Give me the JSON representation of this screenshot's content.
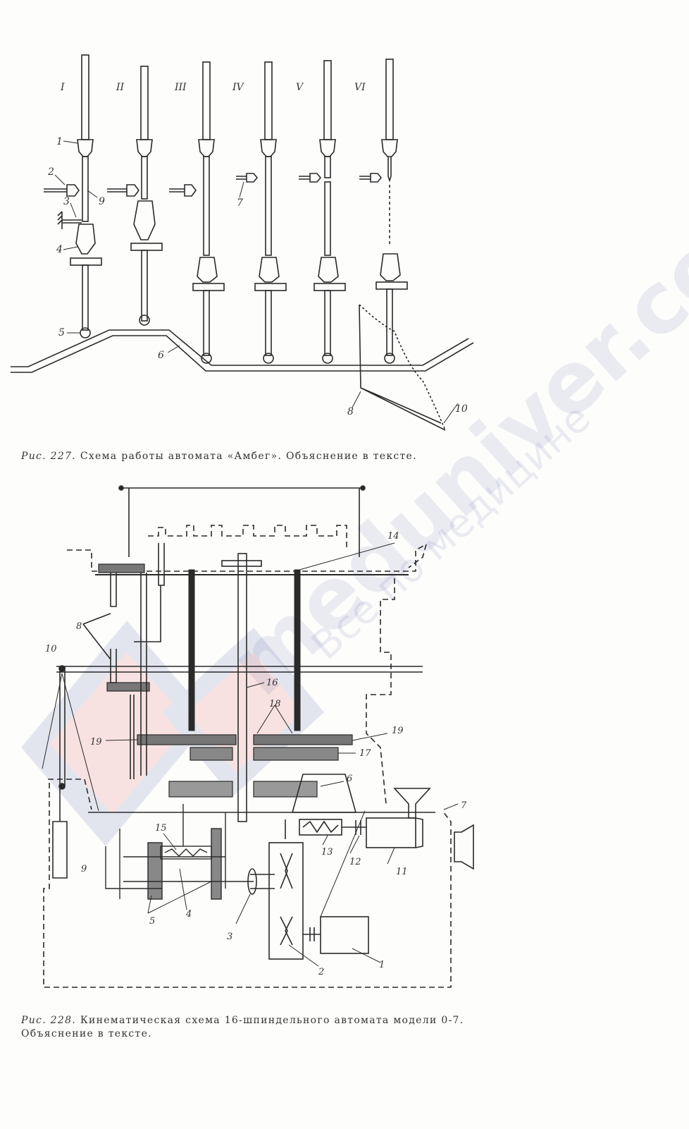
{
  "figure1": {
    "columns": [
      "I",
      "II",
      "III",
      "IV",
      "V",
      "VI"
    ],
    "labels": [
      "1",
      "2",
      "3",
      "4",
      "5",
      "6",
      "7",
      "8",
      "9",
      "10"
    ],
    "caption_prefix": "Рис. 227.",
    "caption_text": "Схема работы автомата «Амбег». Объяснение в тексте."
  },
  "figure2": {
    "labels": [
      "1",
      "2",
      "3",
      "4",
      "5",
      "6",
      "7",
      "8",
      "9",
      "10",
      "11",
      "12",
      "13",
      "14",
      "15",
      "16",
      "17",
      "18",
      "19",
      "19"
    ],
    "caption_prefix": "Рис. 228.",
    "caption_text": "Кинематическая схема 16-шпиндельного автомата модели 0-7. Объяснение в тексте."
  },
  "watermark": {
    "site": "meduniver.com",
    "tagline": "Все по медицине"
  },
  "colors": {
    "ink": "#2a2a2a",
    "watermark_red": "#d9383a",
    "watermark_blue": "#3b4fa0"
  }
}
